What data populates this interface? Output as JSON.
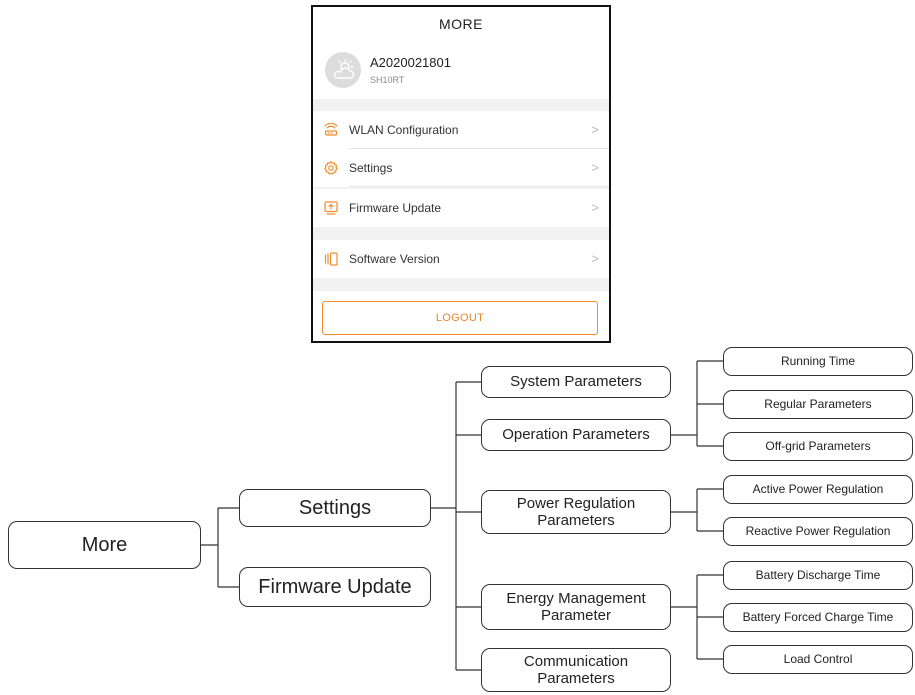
{
  "phone": {
    "title": "MORE",
    "device_name": "A2020021801",
    "device_model": "SH10RT",
    "menu": [
      {
        "label": "WLAN Configuration",
        "icon": "router-icon"
      },
      {
        "label": "Settings",
        "icon": "gear-icon"
      },
      {
        "label": "Firmware Update",
        "icon": "upload-icon"
      },
      {
        "label": "Software Version",
        "icon": "version-icon"
      }
    ],
    "chevron": ">",
    "logout_label": "LOGOUT",
    "accent_color": "#f08d2e"
  },
  "tree": {
    "root": "More",
    "level1": [
      "Settings",
      "Firmware Update"
    ],
    "settings_children": [
      "System Parameters",
      "Operation Parameters",
      "Power Regulation Parameters",
      "Energy Management Parameter",
      "Communication Parameters"
    ],
    "operation_children": [
      "Running Time",
      "Regular Parameters",
      "Off-grid Parameters"
    ],
    "power_children": [
      "Active Power Regulation",
      "Reactive Power Regulation"
    ],
    "energy_children": [
      "Battery Discharge Time",
      "Battery Forced Charge Time",
      "Load Control"
    ]
  }
}
